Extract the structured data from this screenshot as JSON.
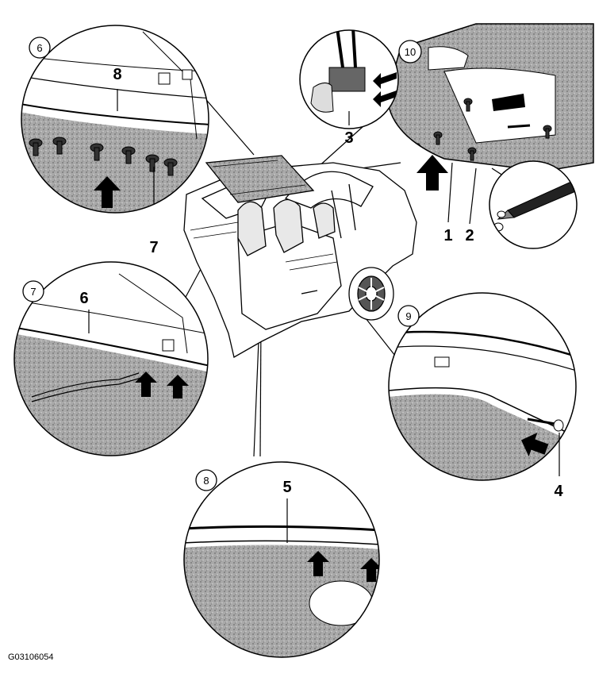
{
  "figure_code": "G03106054",
  "detail_views": [
    {
      "id": "6"
    },
    {
      "id": "7"
    },
    {
      "id": "8"
    },
    {
      "id": "9"
    },
    {
      "id": "10"
    }
  ],
  "callouts": [
    "1",
    "2",
    "3",
    "4",
    "5",
    "6",
    "7",
    "8"
  ]
}
